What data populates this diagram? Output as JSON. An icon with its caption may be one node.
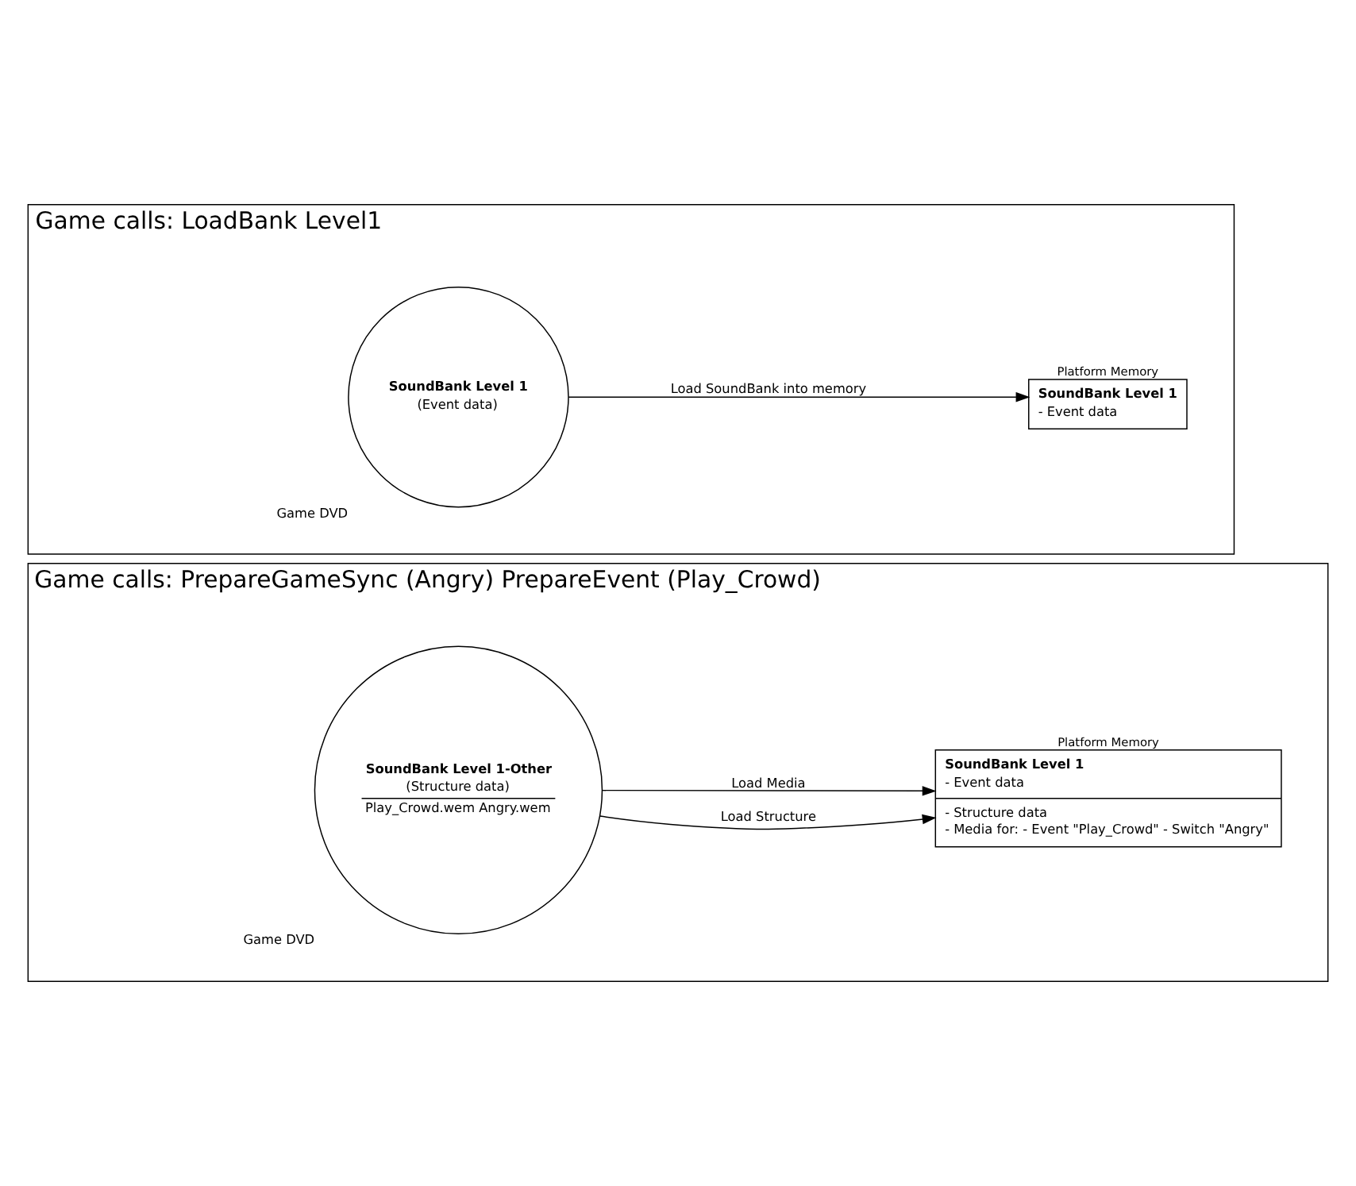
{
  "diagram": {
    "nodes": [
      {
        "text": [
          "Game calls: LoadBank Level1"
        ]
      },
      {
        "text": [
          "SoundBank Level 1",
          "(Event data)"
        ],
        "in": 0,
        "beside": [
          "Game DVD"
        ]
      },
      {
        "text": [
          "SoundBank Level 1",
          "- Event data"
        ],
        "in": 0,
        "beside": [
          "Platform Memory"
        ]
      },
      {
        "text": [
          "Game calls: PrepareGameSync (Angry) PrepareEvent (Play_Crowd)"
        ]
      },
      {
        "text": [
          "SoundBank Level 1-Other",
          "(Structure data)",
          "Play_Crowd.wem Angry.wem"
        ],
        "in": 3,
        "beside": [
          "Game DVD"
        ]
      },
      {
        "text": [
          "SoundBank Level 1",
          "- Event data",
          "- Structure data",
          "- Media for: - Event \"Play_Crowd\" - Switch \"Angry\""
        ],
        "in": 3,
        "beside": [
          "Platform Memory"
        ]
      }
    ],
    "edges": [
      {
        "from": 1,
        "to": 2,
        "arrow": "to",
        "label": "Load SoundBank into memory"
      },
      {
        "from": 4,
        "to": 5,
        "arrow": "to",
        "label": "Load Structure"
      },
      {
        "from": 4,
        "to": 5,
        "arrow": "to",
        "label": "Load Media"
      }
    ]
  }
}
